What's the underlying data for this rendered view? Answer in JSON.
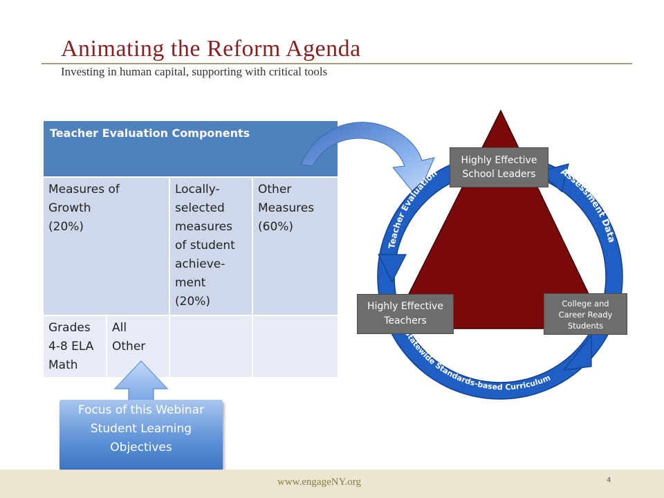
{
  "slide": {
    "title": "Animating the Reform Agenda",
    "subtitle": "Investing in human capital, supporting with critical tools"
  },
  "table": {
    "header": "Teacher Evaluation Components",
    "row2": {
      "growth": [
        "Measures of",
        "Growth",
        "(20%)"
      ],
      "local": [
        "Locally-",
        "selected",
        "measures",
        "of student",
        "achieve-",
        "ment",
        "(20%)"
      ],
      "other": [
        "Other",
        "Measures",
        "(60%)"
      ]
    },
    "row3": {
      "grades": [
        "Grades",
        "4-8 ELA",
        "Math"
      ],
      "all_other": [
        "All",
        "Other"
      ]
    }
  },
  "callout": {
    "lines": [
      "Focus of this Webinar",
      "Student Learning",
      "Objectives"
    ]
  },
  "cycle": {
    "labels": {
      "school_leaders": [
        "Highly Effective",
        "School Leaders"
      ],
      "teachers": [
        "Highly Effective",
        "Teachers"
      ],
      "students": [
        "College and",
        "Career Ready",
        "Students"
      ]
    },
    "arc_labels": {
      "teacher_evaluation": "Teacher Evaluation",
      "assessment_data": "Assessment Data",
      "curriculum": "Statewide Standards-based Curriculum"
    },
    "colors": {
      "triangle": "#7a0a0a",
      "ring": "#1f5fc4",
      "label_box": "#6d6d6d"
    }
  },
  "footer": {
    "url": "www.engageNY.org",
    "page_number": "4"
  }
}
